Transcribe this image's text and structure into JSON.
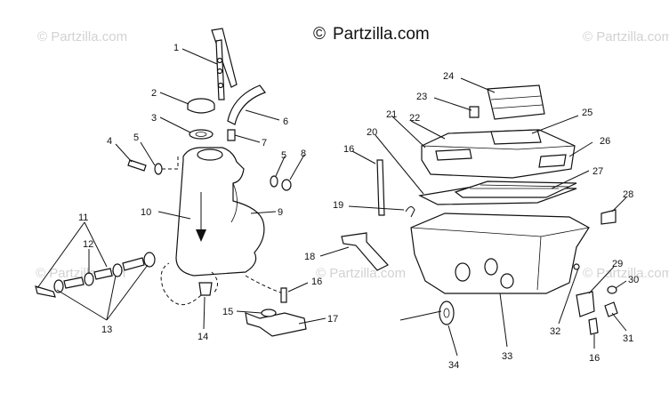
{
  "brand": {
    "copyright_symbol": "©",
    "name": "Partzilla.com"
  },
  "watermark": {
    "text": "© Partzilla.com"
  },
  "callouts": [
    {
      "id": "c1",
      "label": "1"
    },
    {
      "id": "c2",
      "label": "2"
    },
    {
      "id": "c3",
      "label": "3"
    },
    {
      "id": "c4",
      "label": "4"
    },
    {
      "id": "c5a",
      "label": "5"
    },
    {
      "id": "c5b",
      "label": "5"
    },
    {
      "id": "c6",
      "label": "6"
    },
    {
      "id": "c7",
      "label": "7"
    },
    {
      "id": "c8",
      "label": "8"
    },
    {
      "id": "c9",
      "label": "9"
    },
    {
      "id": "c10",
      "label": "10"
    },
    {
      "id": "c11",
      "label": "11"
    },
    {
      "id": "c12",
      "label": "12"
    },
    {
      "id": "c13",
      "label": "13"
    },
    {
      "id": "c14",
      "label": "14"
    },
    {
      "id": "c15",
      "label": "15"
    },
    {
      "id": "c16a",
      "label": "16"
    },
    {
      "id": "c16b",
      "label": "16"
    },
    {
      "id": "c16c",
      "label": "16"
    },
    {
      "id": "c17",
      "label": "17"
    },
    {
      "id": "c18",
      "label": "18"
    },
    {
      "id": "c19",
      "label": "19"
    },
    {
      "id": "c20",
      "label": "20"
    },
    {
      "id": "c21",
      "label": "21"
    },
    {
      "id": "c22",
      "label": "22"
    },
    {
      "id": "c23",
      "label": "23"
    },
    {
      "id": "c24",
      "label": "24"
    },
    {
      "id": "c25",
      "label": "25"
    },
    {
      "id": "c26",
      "label": "26"
    },
    {
      "id": "c27",
      "label": "27"
    },
    {
      "id": "c28",
      "label": "28"
    },
    {
      "id": "c29",
      "label": "29"
    },
    {
      "id": "c30",
      "label": "30"
    },
    {
      "id": "c31",
      "label": "31"
    },
    {
      "id": "c32",
      "label": "32"
    },
    {
      "id": "c33",
      "label": "33"
    },
    {
      "id": "c34",
      "label": "34"
    }
  ]
}
